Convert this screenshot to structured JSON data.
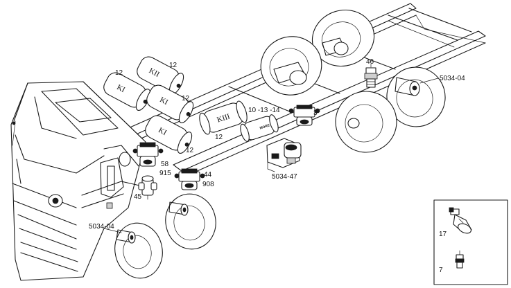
{
  "callouts": {
    "tank_kii": "12",
    "tank_top_left": "12",
    "tank_ki_mid": "12",
    "tank_ki_low": "12",
    "tank_kiii": "12",
    "tank_small": "10 -13 -14",
    "valve_right": "3",
    "fitting": "46",
    "chamber_rear": "5034-04",
    "valve_block": "5034-47",
    "valve_front_a": "58",
    "valve_front_b": "915",
    "valve_mid_a": "44",
    "valve_mid_b": "908",
    "tee": "45",
    "chamber_front": "5034-04"
  },
  "tank_labels": {
    "kii": "KII",
    "ki_a": "KI",
    "ki_b": "KI",
    "ki_c": "KI",
    "kiii": "KIII",
    "small": "MORE"
  },
  "inset": {
    "part_a": "17",
    "part_b": "7"
  }
}
